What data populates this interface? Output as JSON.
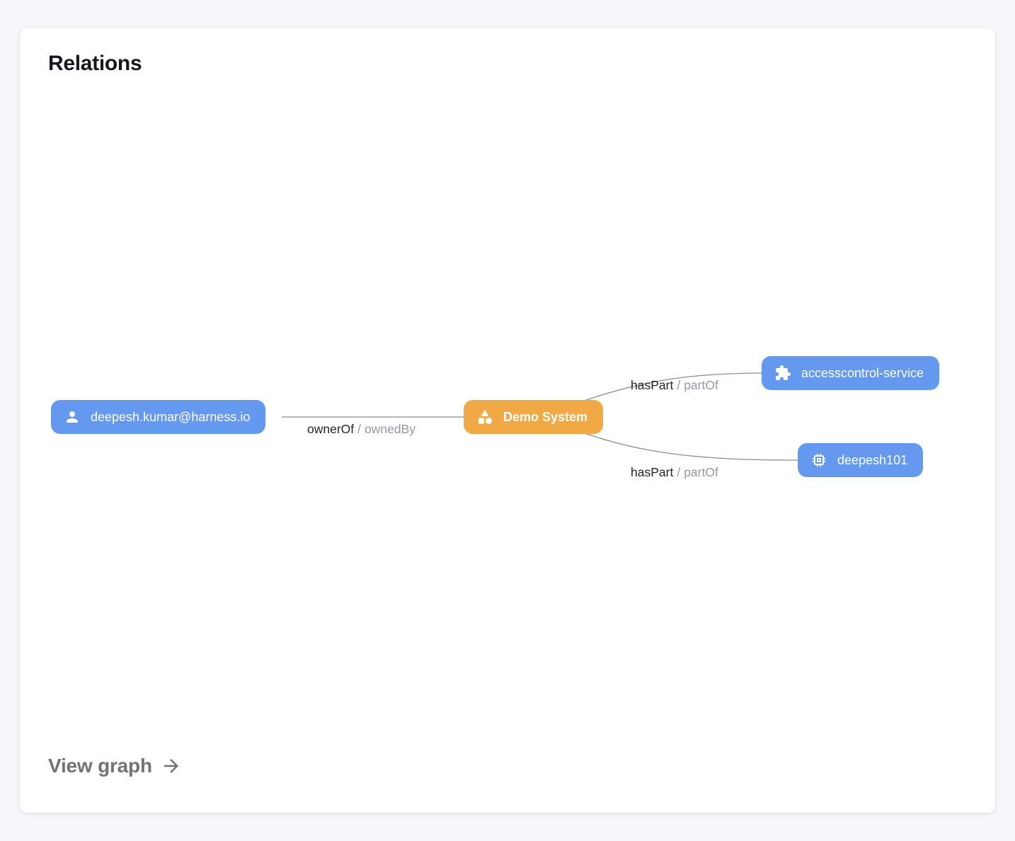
{
  "card": {
    "title": "Relations",
    "footer_link_label": "View graph"
  },
  "colors": {
    "background": "#f6f7fb",
    "card": "#ffffff",
    "node_blue": "#6499ef",
    "node_orange": "#f0a944",
    "node_text": "#ffffff",
    "edge_line": "#8c8c8c",
    "edge_label_primary": "#1f2328",
    "edge_label_secondary": "#9599a1"
  },
  "graph": {
    "nodes": [
      {
        "id": "user",
        "label": "deepesh.kumar@harness.io",
        "icon": "person-icon",
        "color": "blue"
      },
      {
        "id": "system",
        "label": "Demo System",
        "icon": "category-icon",
        "color": "orange"
      },
      {
        "id": "service",
        "label": "accesscontrol-service",
        "icon": "extension-icon",
        "color": "blue"
      },
      {
        "id": "resource",
        "label": "deepesh101",
        "icon": "memory-icon",
        "color": "blue"
      }
    ],
    "edges": [
      {
        "from": "user",
        "to": "system",
        "label_primary": "ownerOf",
        "label_separator": "/",
        "label_secondary": "ownedBy"
      },
      {
        "from": "system",
        "to": "service",
        "label_primary": "hasPart",
        "label_separator": "/",
        "label_secondary": "partOf"
      },
      {
        "from": "system",
        "to": "resource",
        "label_primary": "hasPart",
        "label_separator": "/",
        "label_secondary": "partOf"
      }
    ]
  }
}
